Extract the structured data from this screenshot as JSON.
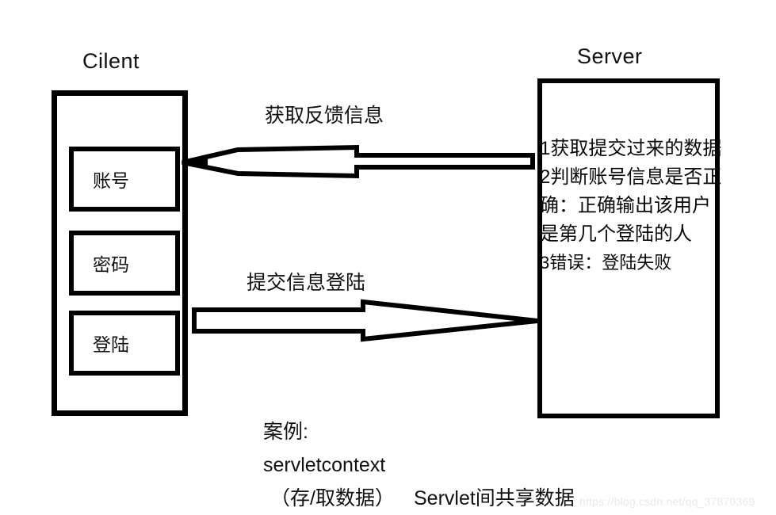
{
  "diagram": {
    "title_client": "Cilent",
    "title_server": "Server",
    "client": {
      "fields": [
        {
          "label": "账号"
        },
        {
          "label": "密码"
        },
        {
          "label": "登陆"
        }
      ]
    },
    "server": {
      "lines": [
        "1获取提交过来的数据",
        "2判断账号信息是否正",
        "确：正确输出该用户",
        "是第几个登陆的人",
        "3错误：登陆失败"
      ]
    },
    "arrows": [
      {
        "name": "feedback-arrow",
        "caption": "获取反馈信息",
        "direction": "left",
        "from": "Server",
        "to": "Cilent"
      },
      {
        "name": "submit-arrow",
        "caption": "提交信息登陆",
        "direction": "right",
        "from": "Cilent",
        "to": "Server"
      }
    ],
    "notes": {
      "case_label": "案例:",
      "servlet_context": "servletcontext",
      "store_fetch": "（存/取数据）",
      "share": "Servlet间共享数据"
    },
    "watermark": "https://blog.csdn.net/qq_37870369",
    "colors": {
      "stroke": "#000000",
      "text": "#111111",
      "background": "#ffffff",
      "watermark": "#e9e9e9"
    }
  }
}
